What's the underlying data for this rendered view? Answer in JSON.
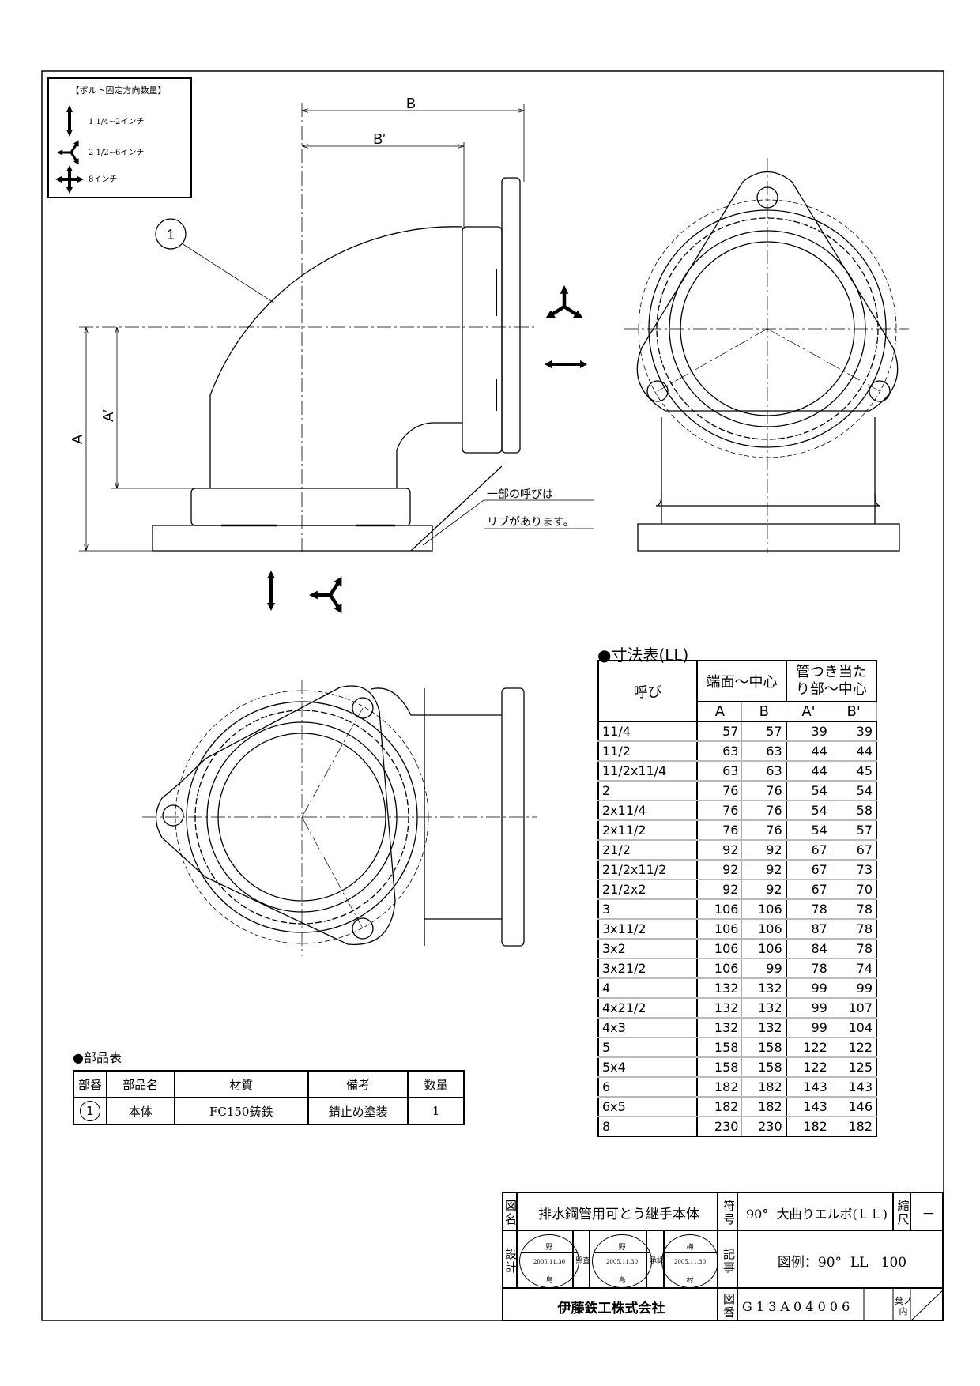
{
  "legend": {
    "title": "【ボルト固定方向数量】",
    "items": [
      {
        "icon": "double-arrow-vertical-icon",
        "label": "1 1/4~2インチ"
      },
      {
        "icon": "three-way-arrow-icon",
        "label": "2 1/2~6インチ"
      },
      {
        "icon": "four-way-arrow-icon",
        "label": "8インチ"
      }
    ]
  },
  "drawing": {
    "dim_B": "B",
    "dim_B_prime": "B′",
    "dim_A": "A",
    "dim_A_prime": "A′",
    "balloon": "1",
    "note_line1": "一部の呼びは",
    "note_line2": "リブがあります。"
  },
  "dimension_table": {
    "title": "●寸法表(LL)",
    "header_nominal": "呼び",
    "header_group1": "端面～中心",
    "header_group2_line1": "管つき当た",
    "header_group2_line2": "り部～中心",
    "col_A": "A",
    "col_B": "B",
    "col_A_prime": "A'",
    "col_B_prime": "B'",
    "rows": [
      [
        "11/4",
        "57",
        "57",
        "39",
        "39"
      ],
      [
        "11/2",
        "63",
        "63",
        "44",
        "44"
      ],
      [
        "11/2x11/4",
        "63",
        "63",
        "44",
        "45"
      ],
      [
        "2",
        "76",
        "76",
        "54",
        "54"
      ],
      [
        "2x11/4",
        "76",
        "76",
        "54",
        "58"
      ],
      [
        "2x11/2",
        "76",
        "76",
        "54",
        "57"
      ],
      [
        "21/2",
        "92",
        "92",
        "67",
        "67"
      ],
      [
        "21/2x11/2",
        "92",
        "92",
        "67",
        "73"
      ],
      [
        "21/2x2",
        "92",
        "92",
        "67",
        "70"
      ],
      [
        "3",
        "106",
        "106",
        "78",
        "78"
      ],
      [
        "3x11/2",
        "106",
        "106",
        "87",
        "78"
      ],
      [
        "3x2",
        "106",
        "106",
        "84",
        "78"
      ],
      [
        "3x21/2",
        "106",
        "99",
        "78",
        "74"
      ],
      [
        "4",
        "132",
        "132",
        "99",
        "99"
      ],
      [
        "4x21/2",
        "132",
        "132",
        "99",
        "107"
      ],
      [
        "4x3",
        "132",
        "132",
        "99",
        "104"
      ],
      [
        "5",
        "158",
        "158",
        "122",
        "122"
      ],
      [
        "5x4",
        "158",
        "158",
        "122",
        "125"
      ],
      [
        "6",
        "182",
        "182",
        "143",
        "143"
      ],
      [
        "6x5",
        "182",
        "182",
        "143",
        "146"
      ],
      [
        "8",
        "230",
        "230",
        "182",
        "182"
      ]
    ]
  },
  "parts_table": {
    "title": "●部品表",
    "headers": [
      "部番",
      "部品名",
      "材質",
      "備考",
      "数量"
    ],
    "rows": [
      [
        "1",
        "本体",
        "FC150鋳鉄",
        "錆止め塗装",
        "1"
      ]
    ]
  },
  "title_block": {
    "drawing_name_label": "図名",
    "drawing_name": "排水鋼管用可とう継手本体",
    "symbol_label": "符号",
    "symbol": "90°  大曲りエルボ(ＬＬ)",
    "scale_label": "縮尺",
    "scale": "－",
    "design_label": "設計",
    "check_label": "照査",
    "approve_label": "承認",
    "stamps": [
      {
        "top": "野",
        "date": "2005.11.30",
        "bottom": "島"
      },
      {
        "top": "野",
        "date": "2005.11.30",
        "bottom": "島"
      },
      {
        "top": "梅",
        "date": "2005.11.30",
        "bottom": "村"
      }
    ],
    "remarks_label": "記事",
    "remarks": "図例：90°  LL   100",
    "company": "伊藤鉄工株式会社",
    "drawing_no_label": "図番",
    "drawing_no": "G 1 3 A 0 4 0 0 6",
    "sheet_label": "葉ノ内"
  }
}
